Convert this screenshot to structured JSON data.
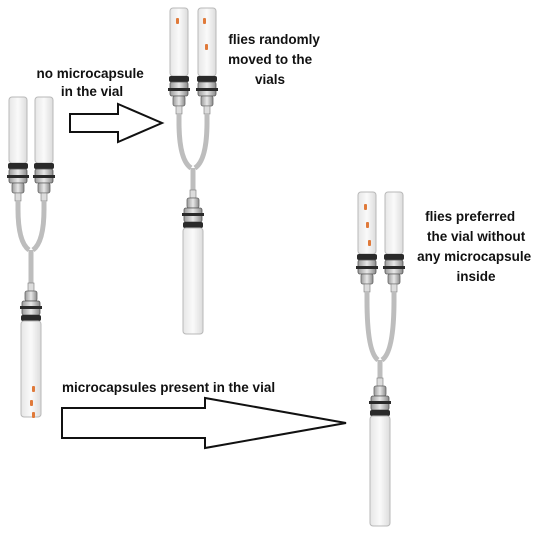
{
  "labels": {
    "no_capsule": [
      "no microcapsule",
      "in the vial"
    ],
    "random": [
      "flies randomly",
      "moved to the",
      "vials"
    ],
    "capsules_present": "microcapsules present in the vial",
    "preferred": [
      "flies preferred",
      "the vial without",
      "any microcapsule",
      "inside"
    ]
  },
  "colors": {
    "tube_fill": "#f3f3f3",
    "tube_stroke": "#b8b8b8",
    "connector_dark": "#2a2a2a",
    "connector_light": "#dcdcdc",
    "fly_marker": "#e07a3a",
    "arrow_stroke": "#111111"
  },
  "icons": [
    "t-maze-apparatus",
    "fly-marker",
    "right-arrow"
  ]
}
